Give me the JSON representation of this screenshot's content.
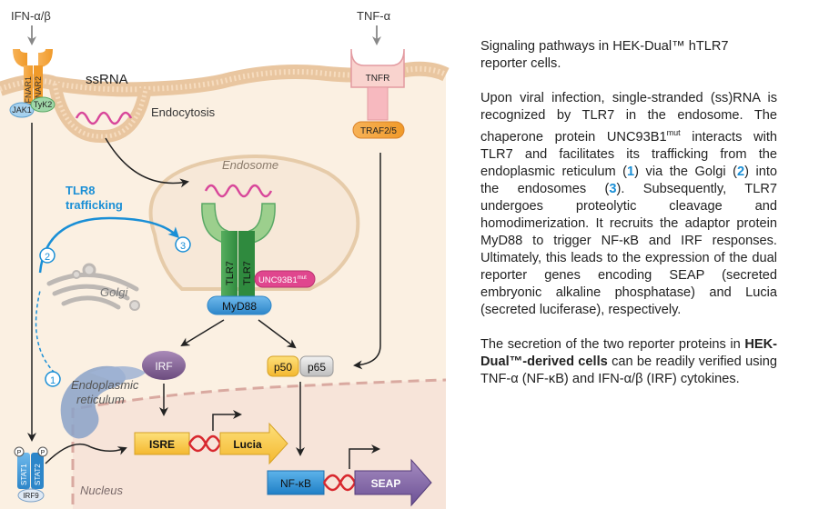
{
  "diagram": {
    "ifn_label": "IFN-α/β",
    "tnf_label": "TNF-α",
    "ifnar1": "IFNAR1",
    "ifnar2": "IFNAR2",
    "jak1": "JAK1",
    "tyk2": "TyK2",
    "ssrna": "ssRNA",
    "endocytosis": "Endocytosis",
    "tnfr": "TNFR",
    "traf": "TRAF2/5",
    "endosome": "Endosome",
    "tlr8_line1": "TLR8",
    "tlr8_line2": "trafficking",
    "tlr7_left": "TLR7",
    "tlr7_right": "TLR7",
    "unc_base": "UNC93B1",
    "unc_sup": "mut",
    "myd88": "MyD88",
    "golgi": "Golgi",
    "step1": "1",
    "step2": "2",
    "step3": "3",
    "er_line1": "Endoplasmic",
    "er_line2": "reticulum",
    "irf": "IRF",
    "p50": "p50",
    "p65": "p65",
    "isre": "ISRE",
    "lucia": "Lucia",
    "nfkb": "NF-κB",
    "seap": "SEAP",
    "nucleus": "Nucleus",
    "stat1": "STAT1",
    "stat2": "STAT2",
    "irf9": "IRF9",
    "p_mark": "P"
  },
  "caption": {
    "title": "Signaling pathways in HEK-Dual™ hTLR7 reporter cells.",
    "p1_a": "Upon viral infection, single-stranded (ss)RNA is recognized by TLR7 in the endosome. The chaperone protein UNC93B1",
    "p1_sup": "mut",
    "p1_b": " interacts with TLR7 and facilitates its trafficking from the endoplasmic reticulum (",
    "n1": "1",
    "p1_c": ") via the Golgi (",
    "n2": "2",
    "p1_d": ") into the endosomes (",
    "n3": "3",
    "p1_e": "). Subsequently, TLR7 undergoes proteolytic cleavage and homodimerization. It recruits the adaptor protein MyD88 to trigger NF-κB and IRF responses. Ultimately, this leads to the expression of the dual reporter genes encoding SEAP (secreted embryonic alkaline phosphatase) and Lucia (secreted luciferase), respectively.",
    "p2_a": "The secretion of the two reporter proteins in ",
    "p2_bold": "HEK-Dual™-derived cells",
    "p2_b": " can be readily verified using TNF-α (NF-κB) and IFN-α/β (IRF) cytokines."
  },
  "colors": {
    "cell": "#fbf0e2",
    "membrane": "#e9c6a0",
    "nucleus_dash": "#d9a9a0",
    "blue_arrow": "#1a8fd6",
    "tlr7_green": "#3f9b4d",
    "receptor_orange": "#f4a43a",
    "myd88_blue": "#4aa3df",
    "unc_pink": "#e0468e",
    "ssrna_pink": "#d8479a",
    "isre_yellow": "#f8c640",
    "irf_purple": "#7a5a8c",
    "er_blue": "#8aa2c8"
  }
}
